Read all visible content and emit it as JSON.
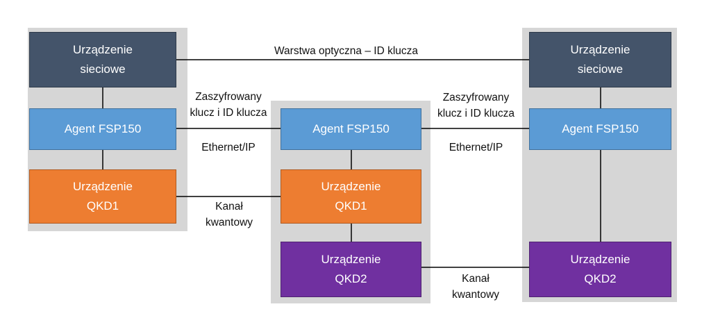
{
  "colors": {
    "panel": "#d6d6d6",
    "network_device": "#44546a",
    "agent": "#5b9bd5",
    "qkd1": "#ed7d31",
    "qkd2": "#7030a0",
    "line": "#000000"
  },
  "left": {
    "network": "Urządzenie\nsieciowe",
    "agent": "Agent FSP150",
    "qkd1": "Urządzenie\nQKD1"
  },
  "middle": {
    "agent": "Agent FSP150",
    "qkd1": "Urządzenie\nQKD1",
    "qkd2": "Urządzenie\nQKD2"
  },
  "right": {
    "network": "Urządzenie\nsieciowe",
    "agent": "Agent FSP150",
    "qkd2": "Urządzenie\nQKD2"
  },
  "links": {
    "optical": "Warstwa optyczna – ID klucza",
    "encrypted_left": "Zaszyfrowany\nklucz i ID klucza",
    "ethernet_left": "Ethernet/IP",
    "encrypted_right": "Zaszyfrowany\nklucz i ID klucza",
    "ethernet_right": "Ethernet/IP",
    "quantum_left": "Kanał\nkwantowy",
    "quantum_right": "Kanał\nkwantowy"
  }
}
